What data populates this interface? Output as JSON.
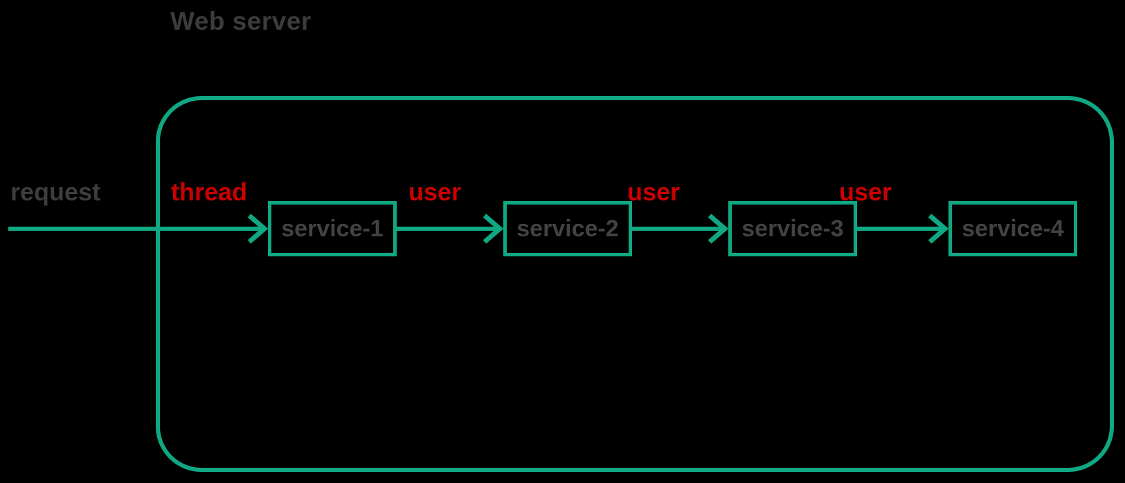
{
  "diagram": {
    "title": "Web server",
    "request_label": "request",
    "thread_label": "thread",
    "user_labels": [
      "user",
      "user",
      "user"
    ],
    "services": [
      {
        "name": "service-1"
      },
      {
        "name": "service-2"
      },
      {
        "name": "service-3"
      },
      {
        "name": "service-4"
      }
    ],
    "colors": {
      "background": "#000000",
      "accent_green": "#10a883",
      "label_red": "#cc0000",
      "title_gray": "#3c3c3c",
      "service_text_gray": "#424242"
    }
  }
}
